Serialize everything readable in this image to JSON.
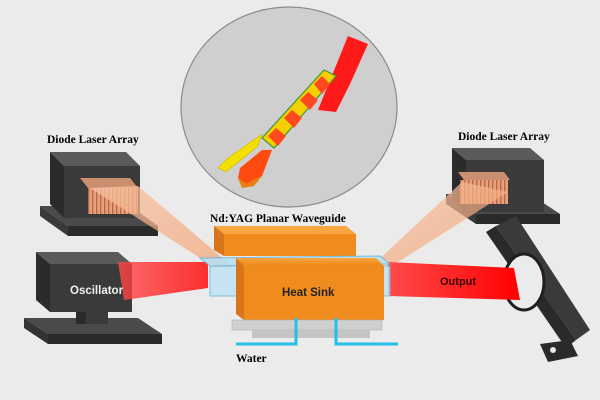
{
  "labels": {
    "diode_left": "Diode Laser Array",
    "diode_right": "Diode Laser Array",
    "waveguide": "Nd:YAG Planar Waveguide",
    "oscillator": "Oscillator",
    "heat_sink": "Heat Sink",
    "output": "Output",
    "water": "Water"
  },
  "colors": {
    "background": "#ebebeb",
    "housing_dark": "#3a3a3a",
    "pump_light": "#f3b08a",
    "laser_beam": "#ff1a1a",
    "waveguide_orange": "#f08c1e",
    "water_pipe": "#22c2e8",
    "inset_circle": "#cfcfcf",
    "seed_beam": "#f4e000"
  }
}
